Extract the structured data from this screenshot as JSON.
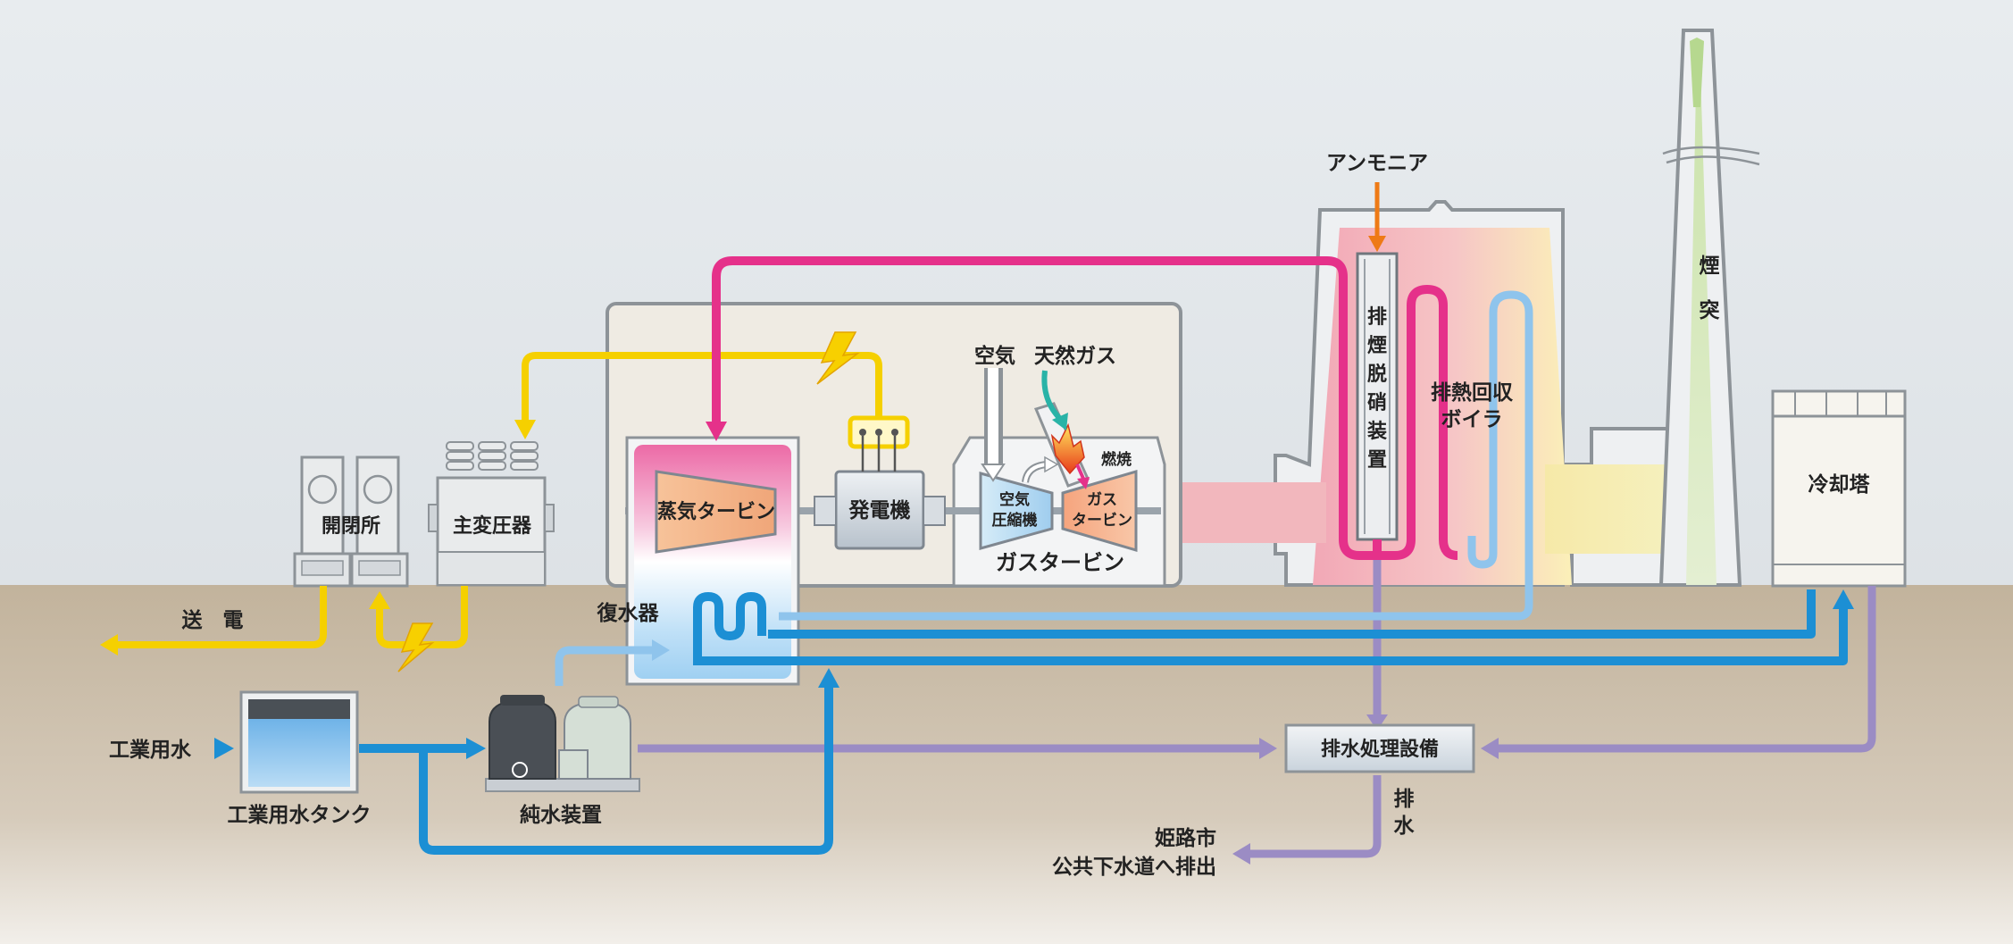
{
  "labels": {
    "ammonia": "アンモニア",
    "chimney": [
      "煙",
      "突"
    ],
    "denox": [
      "排",
      "煙",
      "脱",
      "硝",
      "装",
      "置"
    ],
    "hrsg_line1": "排熱回収",
    "hrsg_line2": "ボイラ",
    "air": "空気",
    "natural_gas": "天然ガス",
    "combustion": "燃焼",
    "compressor_line1": "空気",
    "compressor_line2": "圧縮機",
    "gas_turbine_line1": "ガス",
    "gas_turbine_line2": "タービン",
    "gas_turbine_caption": "ガスタービン",
    "steam_turbine": "蒸気タービン",
    "generator": "発電機",
    "switchyard": "開閉所",
    "main_transformer": "主変圧器",
    "transmission": "送　電",
    "condenser": "復水器",
    "cooling_tower": "冷却塔",
    "industrial_water": "工業用水",
    "industrial_water_tank": "工業用水タンク",
    "pure_water_unit": "純水装置",
    "wastewater_facility": "排水処理設備",
    "drainage": [
      "排",
      "水"
    ],
    "sewer_line1": "姫路市",
    "sewer_line2": "公共下水道へ排出"
  },
  "colors": {
    "sky": "#e4e8ec",
    "ground": "#c8bba6",
    "steam": "#e5318a",
    "cooling_water": "#1c8fd4",
    "light_water": "#8fc4ec",
    "wastewater": "#9b8cc4",
    "electricity": "#f5d000",
    "ammonia": "#ee7a16",
    "gas": "#29b3a7",
    "exhaust": "#f2b7bd",
    "chimney_plume": "#cfe3b6"
  },
  "icons": {
    "lightning": "lightning-bolt-icon",
    "flame": "flame-icon"
  }
}
